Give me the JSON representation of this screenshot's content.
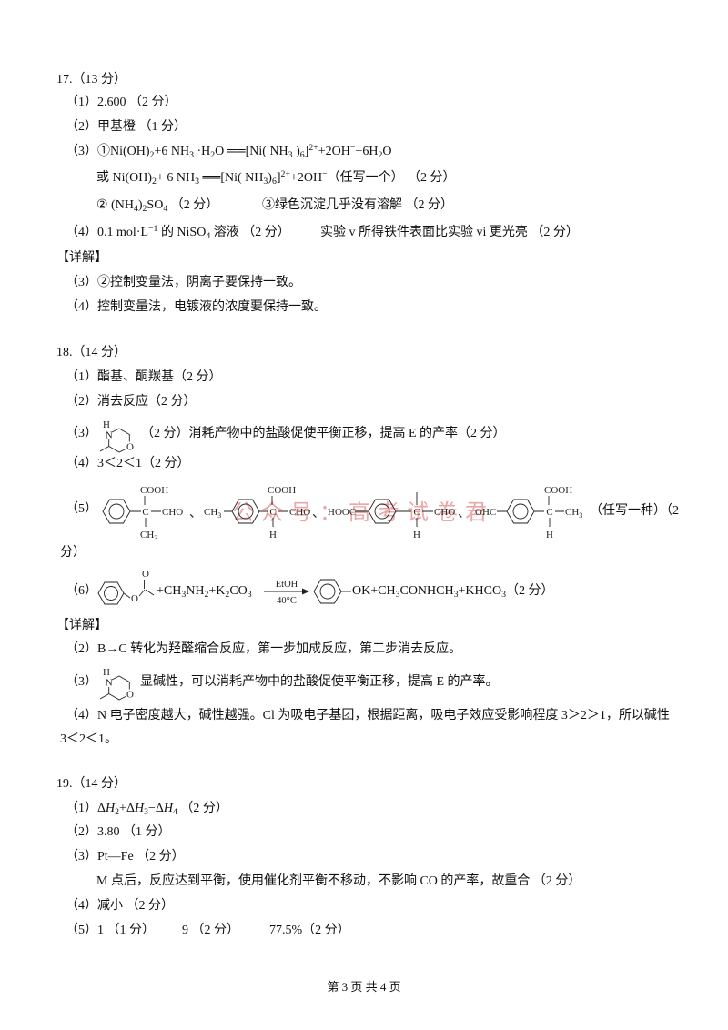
{
  "colors": {
    "text": "#111111",
    "watermark": "#e58a8a"
  },
  "watermark": "公众号：高考试卷君",
  "footer": "第 3 页 共 4 页",
  "q17": {
    "heading": "17.（13 分）",
    "a1": "（1）2.600 （2 分）",
    "a2": "（2）甲基橙 （1 分）",
    "a3": [
      "（3）①Ni(OH)",
      {
        "sub": "2"
      },
      "+6 NH",
      {
        "sub": "3"
      },
      " ·H",
      {
        "sub": "2"
      },
      "O ══[Ni( NH",
      {
        "sub": "3"
      },
      " )",
      {
        "sub": "6"
      },
      "]",
      {
        "sup": "2+"
      },
      "+2OH",
      {
        "sup": "−"
      },
      "+6H",
      {
        "sub": "2"
      },
      "O"
    ],
    "a3_alt": [
      "或 Ni(OH)",
      {
        "sub": "2"
      },
      "+ 6 NH",
      {
        "sub": "3"
      },
      " ══[Ni( NH",
      {
        "sub": "3"
      },
      ")",
      {
        "sub": "6"
      },
      "]",
      {
        "sup": "2+"
      },
      "+2OH",
      {
        "sup": "−"
      },
      "（任写一个）"
    ],
    "a3_alt_score": "（2 分）",
    "a3_b": [
      "② (NH",
      {
        "sub": "4"
      },
      ")",
      {
        "sub": "2"
      },
      "SO",
      {
        "sub": "4"
      },
      " （2 分）"
    ],
    "a3_c": "③绿色沉淀几乎没有溶解 （2 分）",
    "a4_a": [
      "（4）0.1 mol·L",
      {
        "sup": "−1"
      },
      " 的 NiSO",
      {
        "sub": "4"
      },
      " 溶液 （2 分）"
    ],
    "a4_b": "实验 v 所得铁件表面比实验 vi 更光亮 （2 分）",
    "detail_title": "【详解】",
    "d3": "（3）②控制变量法，阴离子要保持一致。",
    "d4": "（4）控制变量法，电镀液的浓度要保持一致。"
  },
  "q18": {
    "heading": "18.（14 分）",
    "a1": "（1）酯基、酮羰基（2 分）",
    "a2": "（2）消去反应（2 分）",
    "a3_label": "（3）",
    "a3_text": "（2 分）消耗产物中的盐酸促使平衡正移，提高 E 的产率（2 分）",
    "morpholine": {
      "h": "H",
      "n": "N",
      "o": "O"
    },
    "a4": "（4）3＜2＜1（2 分）",
    "a5": {
      "label": "（5）",
      "s1": {
        "top": "COOH",
        "c": "C",
        "bottom": "CH",
        "bottom_sub": "3",
        "right": "CHO"
      },
      "s2": {
        "left": "CH",
        "left_sub": "3",
        "top": "COOH",
        "c": "C",
        "bottom": "H",
        "right": "CHO"
      },
      "s3": {
        "left": "HOOC",
        "c": "C",
        "bottom": "H",
        "right": "CHO"
      },
      "s4": {
        "left": "OHC",
        "top": "COOH",
        "c": "C",
        "bottom": "H",
        "right": "CH",
        "right_sub": "3"
      },
      "separator": "、",
      "tail": "（任写一种）（2",
      "wrap": "分）"
    },
    "a6": {
      "label": "（6）",
      "ester_o": "O",
      "carbonyl_o": "O",
      "reagents": [
        "+CH",
        {
          "sub": "3"
        },
        "NH",
        {
          "sub": "2"
        },
        "+K",
        {
          "sub": "2"
        },
        "CO",
        {
          "sub": "3"
        }
      ],
      "condition_top": "EtOH",
      "condition_bottom": "40°C",
      "products": [
        "OK+CH",
        {
          "sub": "3"
        },
        "CONHCH",
        {
          "sub": "3"
        },
        "+KHCO",
        {
          "sub": "3"
        },
        "（2 分）"
      ]
    },
    "detail_title": "【详解】",
    "d2": "（2）B→C 转化为羟醛缩合反应，第一步加成反应，第二步消去反应。",
    "d3_label": "（3）",
    "d3_text": "显碱性，可以消耗产物中的盐酸促使平衡正移，提高 E 的产率。",
    "d4": "（4）N 电子密度越大，碱性越强。Cl 为吸电子基团，根据距离，吸电子效应受影响程度 3＞2＞1，所以碱性",
    "d4_cont": "3＜2＜1。"
  },
  "q19": {
    "heading": "19.（14 分）",
    "a1": [
      "（1）Δ",
      {
        "i": "H"
      },
      {
        "sub": "2"
      },
      "+Δ",
      {
        "i": "H"
      },
      {
        "sub": "3"
      },
      "−Δ",
      {
        "i": "H"
      },
      {
        "sub": "4"
      },
      " （2 分）"
    ],
    "a2": "（2）3.80 （1 分）",
    "a3": "（3）Pt—Fe （2 分）",
    "a3_note": "M 点后，反应达到平衡，使用催化剂平衡不移动，不影响 CO 的产率，故重合 （2 分）",
    "a4": "（4）减小 （2 分）",
    "a5_1": "（5）1 （1 分）",
    "a5_2": "9 （2 分）",
    "a5_3": "77.5%（2 分）"
  }
}
